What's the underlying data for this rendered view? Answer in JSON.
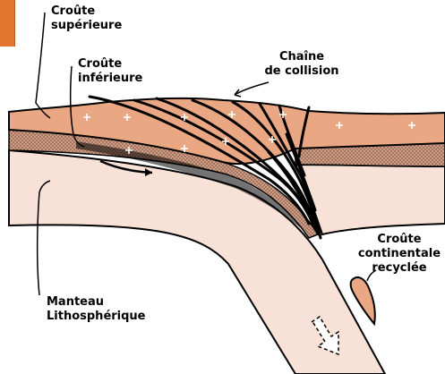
{
  "labels": {
    "crust_upper": [
      "Croûte",
      "supérieure"
    ],
    "crust_lower": [
      "Croûte",
      "inférieure"
    ],
    "collision_chain": [
      "Chaîne",
      "de collision"
    ],
    "recycled_crust": [
      "Croûte",
      "continentale",
      "recyclée"
    ],
    "mantle": [
      "Manteau",
      "Lithosphérique"
    ]
  },
  "colors": {
    "accent_tab": "#e2762e",
    "upper_crust": "#eaa783",
    "lower_crust": "#cf9c84",
    "mantle": "#f8e1d6",
    "outline": "#000000"
  },
  "icons": [
    "plus-symbol",
    "movement-arrow",
    "subduction-arrow"
  ]
}
